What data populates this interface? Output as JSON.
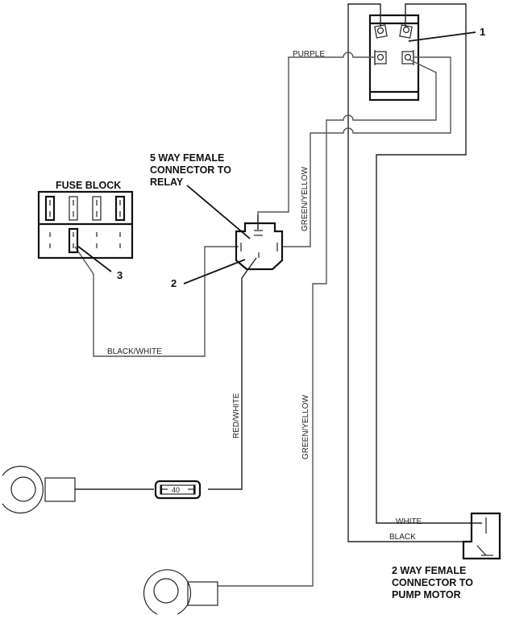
{
  "diagram": {
    "components": {
      "relay": {
        "callout": "1"
      },
      "five_way_connector": {
        "callout": "2",
        "label_lines": [
          "5 WAY FEMALE",
          "CONNECTOR TO",
          "RELAY"
        ]
      },
      "fuse_block": {
        "callout": "3",
        "title": "FUSE BLOCK"
      },
      "inline_fuse": {
        "rating": "40"
      },
      "two_way_connector": {
        "label_lines": [
          "2 WAY FEMALE",
          "CONNECTOR TO",
          "PUMP MOTOR"
        ]
      }
    },
    "wires": {
      "purple": "PURPLE",
      "green_yellow_upper": "GREEN/YELLOW",
      "green_yellow_lower": "GREEN/YELLOW",
      "black_white": "BLACK/WHITE",
      "red_white": "RED/WHITE",
      "white": "WHITE",
      "black": "BLACK"
    }
  }
}
